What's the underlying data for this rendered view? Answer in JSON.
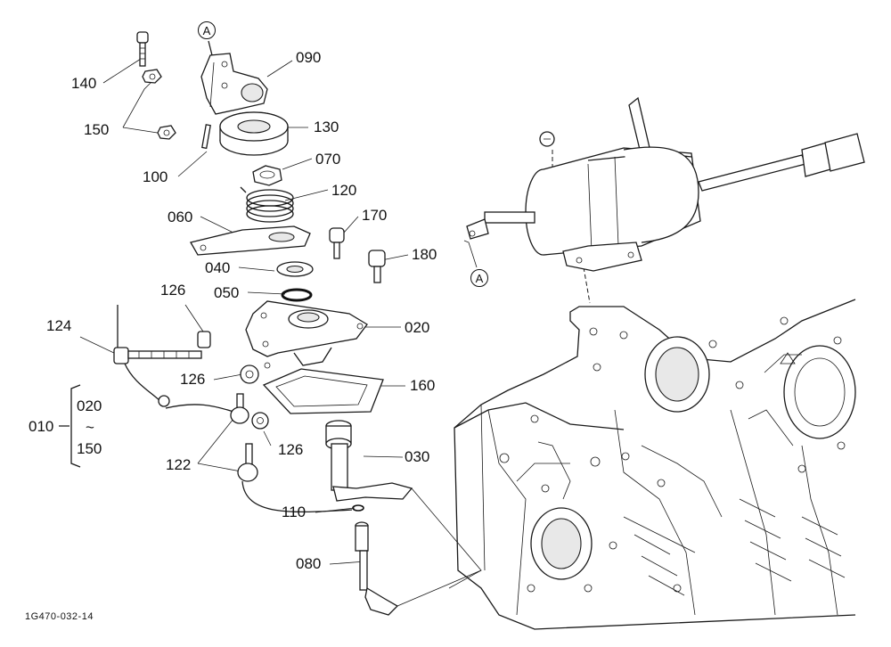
{
  "diagram": {
    "callout_letter": "A",
    "doc_code": "1G470-032-14",
    "assembly": {
      "ref": "010",
      "range_from": "020",
      "tilde": "~",
      "range_to": "150"
    },
    "parts": {
      "p140": "140",
      "p150": "150",
      "p090": "090",
      "p130": "130",
      "p100": "100",
      "p070": "070",
      "p120": "120",
      "p060": "060",
      "p170": "170",
      "p180": "180",
      "p040": "040",
      "p050": "050",
      "p126a": "126",
      "p124": "124",
      "p020": "020",
      "p126b": "126",
      "p160": "160",
      "p126c": "126",
      "p030": "030",
      "p122": "122",
      "p110": "110",
      "p080": "080"
    }
  }
}
